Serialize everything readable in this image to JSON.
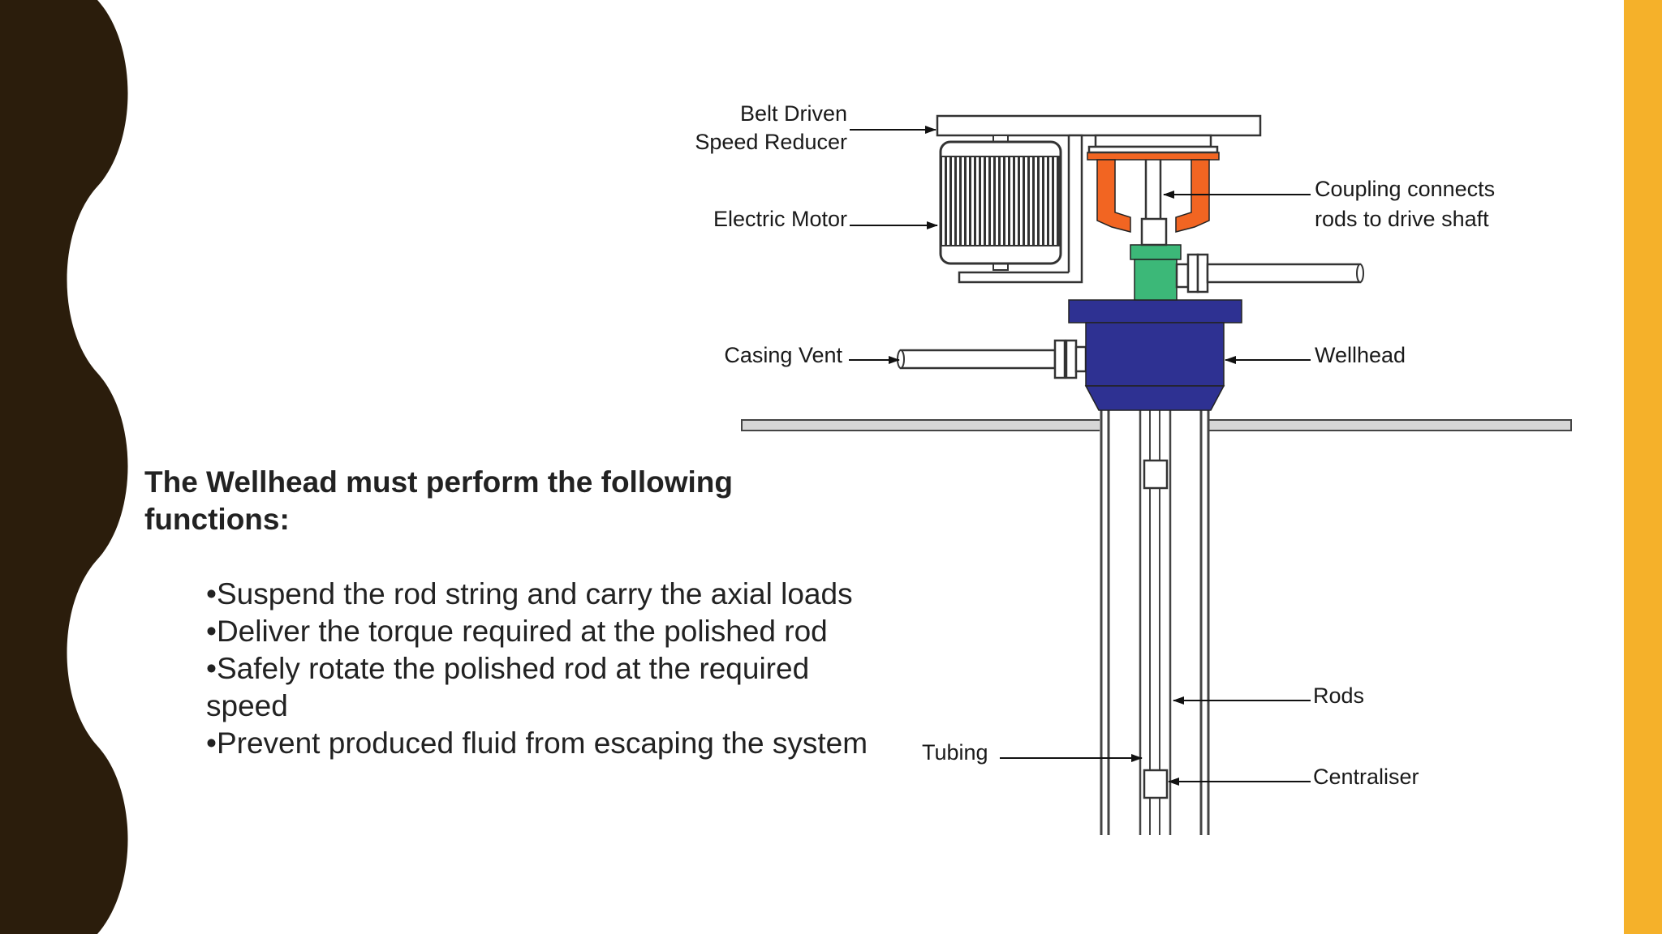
{
  "slide": {
    "heading_line1": "The Wellhead must perform the following",
    "heading_line2": "functions:",
    "bullets": [
      "•Suspend the rod string and carry the axial loads",
      "•Deliver the torque required at the polished rod",
      "•Safely rotate the polished rod at the required speed",
      "•Prevent produced fluid from escaping the system"
    ]
  },
  "diagram": {
    "labels": {
      "belt_driven_line1": "Belt Driven",
      "belt_driven_line2": "Speed Reducer",
      "electric_motor": "Electric Motor",
      "casing_vent": "Casing Vent",
      "coupling_line1": "Coupling connects",
      "coupling_line2": "rods to drive shaft",
      "wellhead": "Wellhead",
      "rods": "Rods",
      "tubing": "Tubing",
      "centraliser": "Centraliser"
    }
  },
  "colors": {
    "wave_border": "#2b1d0c",
    "right_bar": "#f5b12a",
    "wellhead_blue": "#2e3192",
    "coupling_orange": "#f26522",
    "drive_green": "#3cb878",
    "text": "#222222"
  }
}
